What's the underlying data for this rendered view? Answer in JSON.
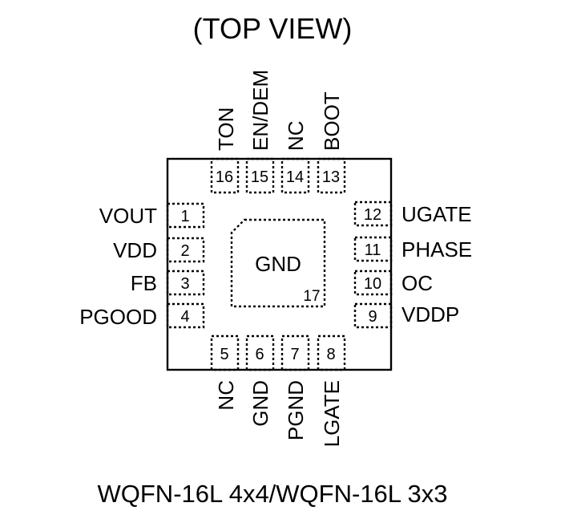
{
  "title": "(TOP VIEW)",
  "package": "WQFN-16L 4x4/WQFN-16L 3x3",
  "exposed_pad": {
    "label": "GND",
    "number": "17"
  },
  "pins": {
    "left": [
      {
        "number": "1",
        "name": "VOUT"
      },
      {
        "number": "2",
        "name": "VDD"
      },
      {
        "number": "3",
        "name": "FB"
      },
      {
        "number": "4",
        "name": "PGOOD"
      }
    ],
    "bottom": [
      {
        "number": "5",
        "name": "NC"
      },
      {
        "number": "6",
        "name": "GND"
      },
      {
        "number": "7",
        "name": "PGND"
      },
      {
        "number": "8",
        "name": "LGATE"
      }
    ],
    "right": [
      {
        "number": "9",
        "name": "VDDP"
      },
      {
        "number": "10",
        "name": "OC"
      },
      {
        "number": "11",
        "name": "PHASE"
      },
      {
        "number": "12",
        "name": "UGATE"
      }
    ],
    "top": [
      {
        "number": "13",
        "name": "BOOT"
      },
      {
        "number": "14",
        "name": "NC"
      },
      {
        "number": "15",
        "name": "EN/DEM"
      },
      {
        "number": "16",
        "name": "TON"
      }
    ]
  }
}
